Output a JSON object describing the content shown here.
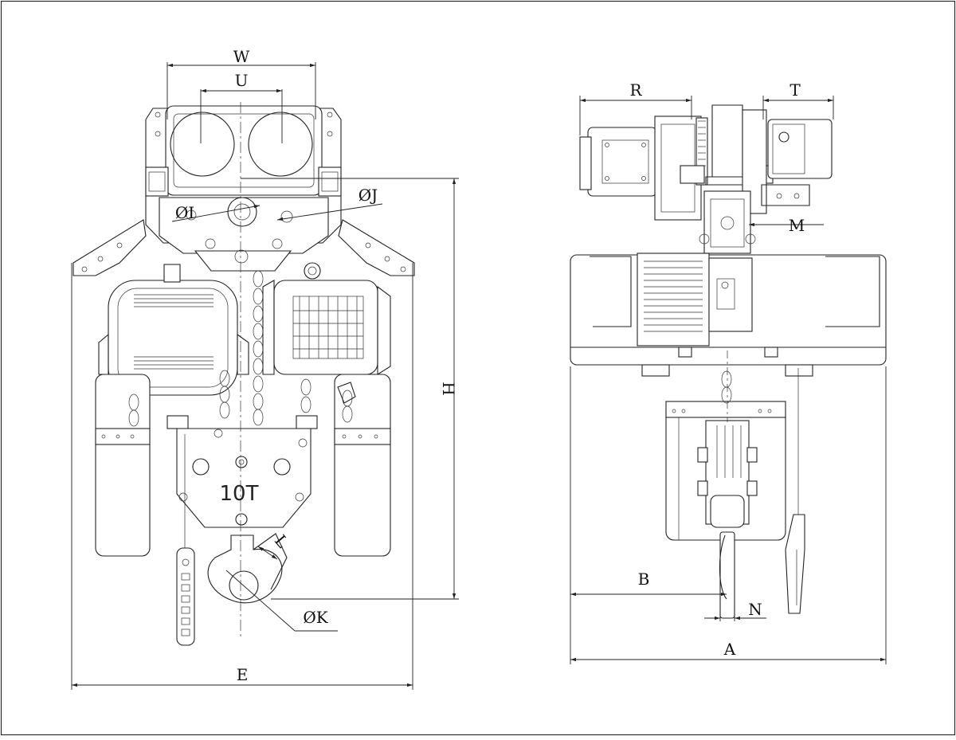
{
  "dimensions": {
    "W": "W",
    "U": "U",
    "I": "ØI",
    "J": "ØJ",
    "H": "H",
    "L": "L",
    "K": "ØK",
    "E": "E",
    "R": "R",
    "T": "T",
    "M": "M",
    "B": "B",
    "N": "N",
    "A": "A"
  },
  "capacity_marking": "10T",
  "colors": {
    "line": "#222222",
    "background": "#ffffff"
  }
}
